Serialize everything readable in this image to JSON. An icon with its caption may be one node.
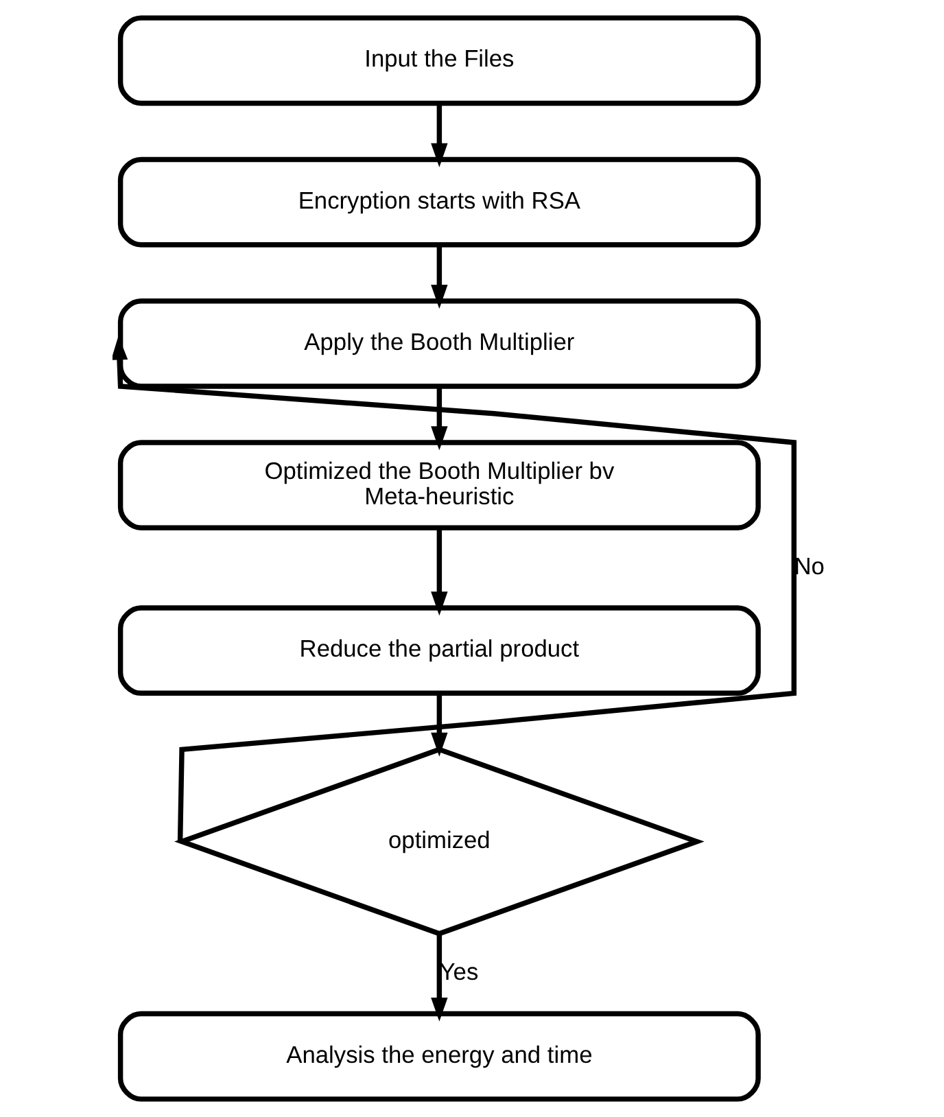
{
  "diagram": {
    "nodes": [
      {
        "text": [
          "Input the Files"
        ]
      },
      {
        "text": [
          "Encryption starts with RSA"
        ]
      },
      {
        "text": [
          "Apply the Booth Multiplier"
        ]
      },
      {
        "text": [
          "Optimized the Booth Multiplier bv Meta-heuristic"
        ]
      },
      {
        "text": [
          "Reduce the partial product"
        ]
      },
      {
        "text": [
          "optimized"
        ]
      },
      {
        "text": [
          "Analysis the energy and time"
        ]
      }
    ],
    "edges": [
      {
        "from": 0,
        "to": 1,
        "arrow": "to"
      },
      {
        "from": 1,
        "to": 2,
        "arrow": "to"
      },
      {
        "from": 2,
        "to": 3,
        "arrow": "to"
      },
      {
        "from": 3,
        "to": 4,
        "arrow": "to"
      },
      {
        "from": 4,
        "to": 5,
        "arrow": "to"
      },
      {
        "from": 5,
        "to": 2,
        "arrow": "to",
        "label": "No"
      },
      {
        "from": 5,
        "to": 6,
        "arrow": "to",
        "label": "Yes"
      }
    ]
  }
}
